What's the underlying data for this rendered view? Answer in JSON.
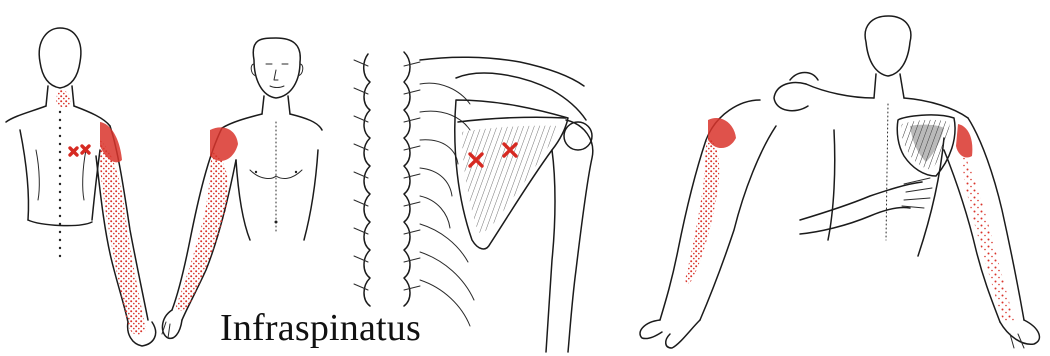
{
  "title": "Infraspinatus",
  "colors": {
    "pain_referral": "#d9342b",
    "trigger_point": "#d62a22",
    "outline": "#1b1b1b",
    "background": "#ffffff"
  },
  "panels": [
    {
      "name": "posterior-view",
      "icon": "posterior-figure-icon",
      "trigger_points": 2
    },
    {
      "name": "anterior-view",
      "icon": "anterior-figure-icon",
      "trigger_points": 0
    },
    {
      "name": "scapula-anatomy",
      "icon": "scapula-spine-icon",
      "trigger_points": 2
    },
    {
      "name": "self-palpation",
      "icon": "self-palpation-figure-icon",
      "trigger_points": 0
    }
  ]
}
